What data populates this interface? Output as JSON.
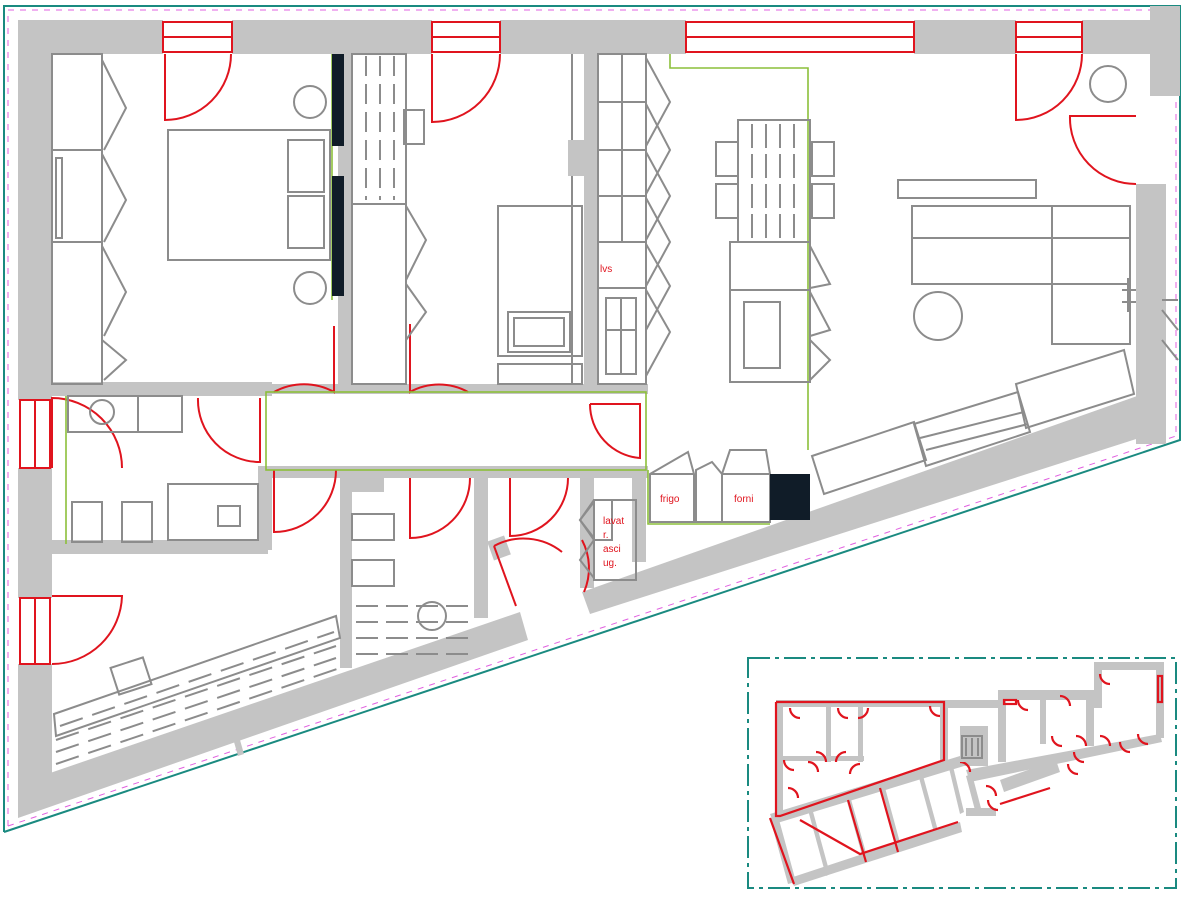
{
  "plan": {
    "labels": {
      "lvs": "lvs",
      "frigo": "frigo",
      "forni": "forni",
      "lavatrice_lines": [
        "lavat",
        "r.",
        "asci",
        "ug."
      ]
    }
  },
  "colors": {
    "wall": "#c4c4c4",
    "furniture": "#8c8c8c",
    "door": "#e0141e",
    "zone_line": "#8cbf3a",
    "boundary": "#1a8a80",
    "boundary_dash": "#e060e0",
    "dark_fill": "#101c28"
  },
  "icons": [
    "compass-frame-icon"
  ],
  "keyplan": {
    "highlighted_unit": "left-wing"
  }
}
